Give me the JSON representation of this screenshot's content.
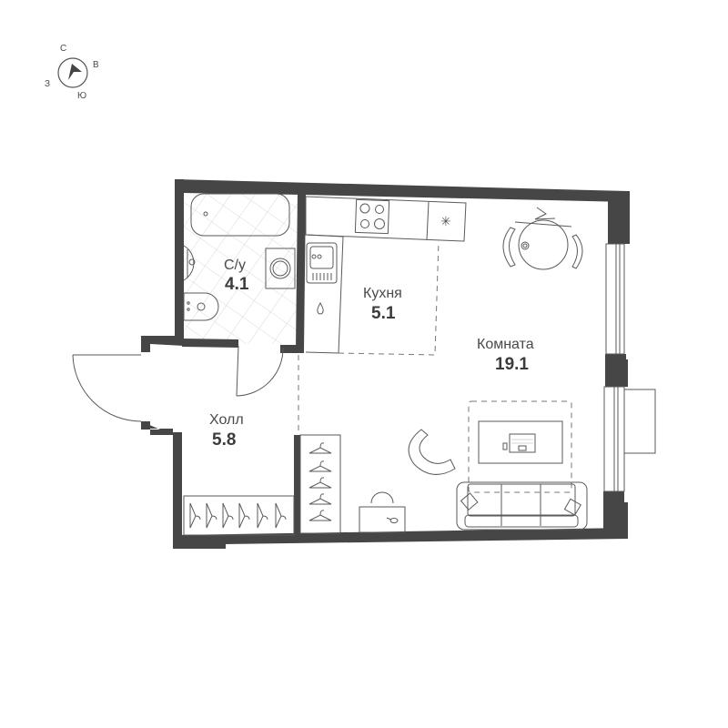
{
  "compass": {
    "north": "С",
    "east": "В",
    "south": "Ю",
    "west": "З"
  },
  "rooms": [
    {
      "id": "bathroom",
      "name": "С/у",
      "area": "4.1"
    },
    {
      "id": "kitchen",
      "name": "Кухня",
      "area": "5.1"
    },
    {
      "id": "living",
      "name": "Комната",
      "area": "19.1"
    },
    {
      "id": "hall",
      "name": "Холл",
      "area": "5.8"
    }
  ],
  "colors": {
    "wall": "#464646",
    "line": "#5a5a5a",
    "text": "#4a4a4a",
    "background": "#ffffff"
  }
}
